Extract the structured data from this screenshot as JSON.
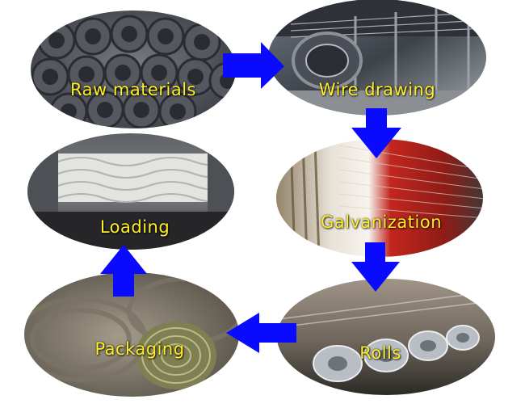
{
  "steps": [
    {
      "id": "raw-materials",
      "label": "Raw materials"
    },
    {
      "id": "wire-drawing",
      "label": "Wire drawing"
    },
    {
      "id": "galvanization",
      "label": "Galvanization"
    },
    {
      "id": "rolls",
      "label": "Rolls"
    },
    {
      "id": "packaging",
      "label": "Packaging"
    },
    {
      "id": "loading",
      "label": "Loading"
    }
  ],
  "colors": {
    "label": "#ffef29",
    "arrow": "#0a0aff",
    "background": "#ffffff"
  }
}
